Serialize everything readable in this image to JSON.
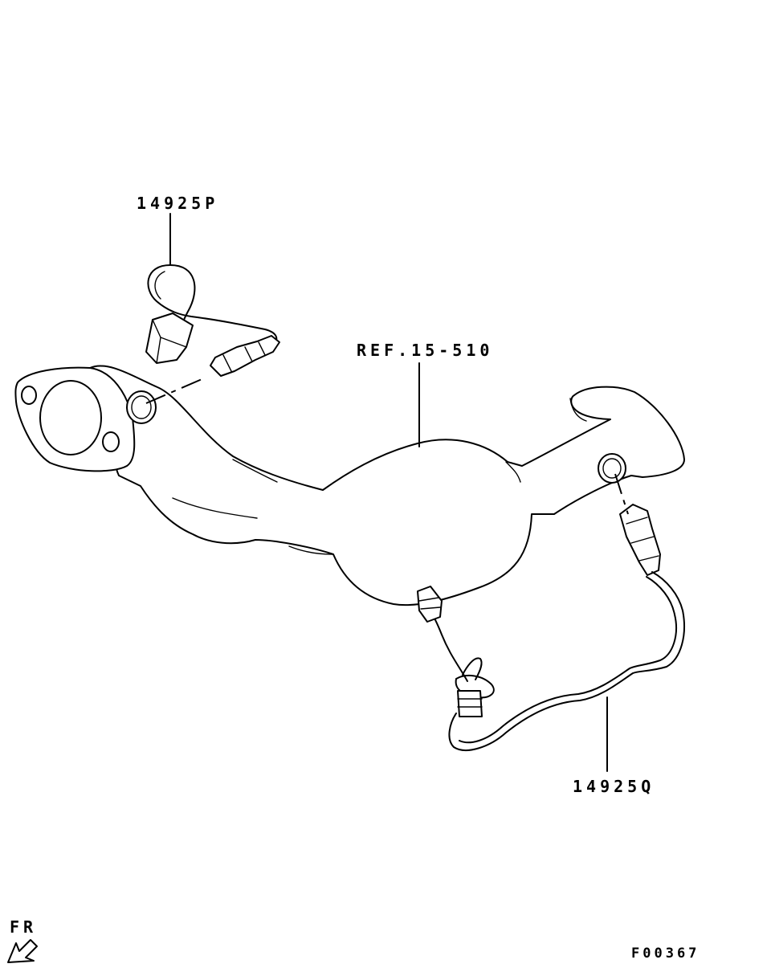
{
  "labels": {
    "upper_sensor": "14925P",
    "manifold_ref": "REF.15-510",
    "lower_sensor": "14925Q",
    "direction": "FR",
    "figure_code": "F00367"
  },
  "icons": {
    "direction_arrow": "arrow-down-left-icon"
  },
  "colors": {
    "line": "#000000",
    "background": "#ffffff"
  }
}
